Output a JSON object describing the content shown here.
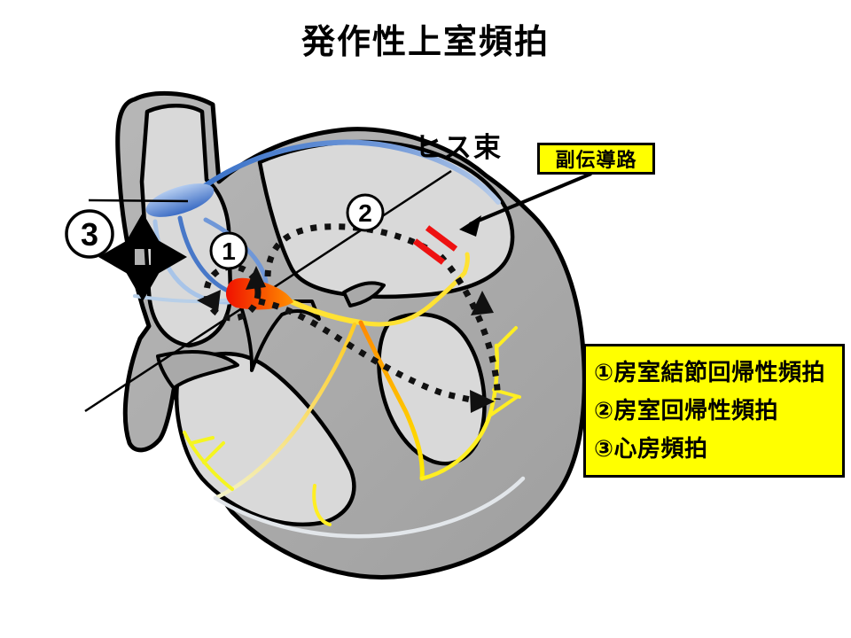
{
  "title": "発作性上室頻拍",
  "diagram": {
    "his_bundle_label": "ヒス束",
    "accessory_pathway_label": "副伝導路",
    "markers": {
      "one": "1",
      "two": "2",
      "three": "3"
    }
  },
  "legend": {
    "items": [
      "①房室結節回帰性頻拍",
      "②房室回帰性頻拍",
      "③心房頻拍"
    ]
  },
  "colors": {
    "highlight_box_bg": "#ffff00",
    "outline": "#000000",
    "heart_wall": "#a9a9a9",
    "heart_chamber": "#d9d9d9",
    "sa_node_blue": "#3b6cc4",
    "conduction_blue_light": "#a9c6ee",
    "av_node_red": "#f01000",
    "bundle_orange": "#ff8800",
    "purkinje_yellow": "#ffee22",
    "accessory_block_red": "#ee1111"
  }
}
